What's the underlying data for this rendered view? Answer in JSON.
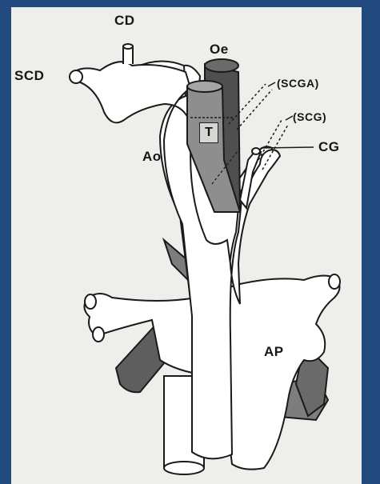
{
  "diagram": {
    "labels": {
      "cd": "CD",
      "scd": "SCD",
      "oe": "Oe",
      "scga": "(SCGA)",
      "scg": "(SCG)",
      "cg": "CG",
      "t": "T",
      "ao": "Ao",
      "ap": "AP"
    },
    "colors": {
      "frame": "#234a7e",
      "paper": "#eeeeea",
      "vessel_fill": "#ffffff",
      "dark_tube": "#5c5c5c",
      "mid_tube": "#8a8a8a",
      "outline": "#1a1a1a"
    }
  }
}
